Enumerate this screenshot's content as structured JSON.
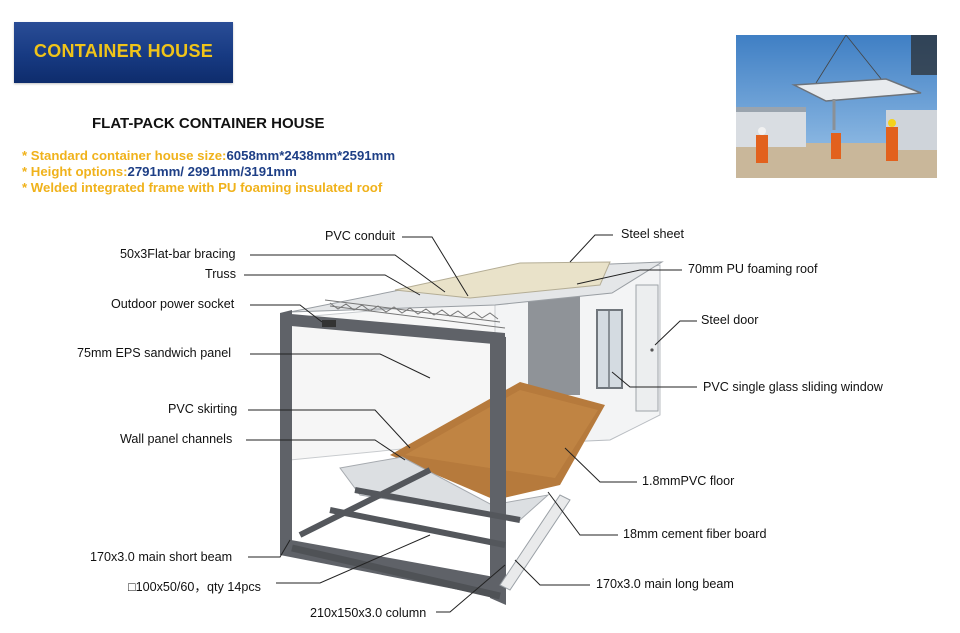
{
  "banner": {
    "title": "CONTAINER HOUSE"
  },
  "heading": "FLAT-PACK CONTAINER HOUSE",
  "specs": [
    {
      "key": "* Standard container house size:",
      "value": "6058mm*2438mm*2591mm"
    },
    {
      "key": "* Height options:",
      "value": "2791mm/ 2991mm/3191mm"
    },
    {
      "key": "* Welded integrated frame with PU foaming insulated roof",
      "value": ""
    }
  ],
  "labels": {
    "pvc_conduit": "PVC conduit",
    "flat_bar_bracing": "50x3Flat-bar bracing",
    "truss": "Truss",
    "outdoor_power_socket": "Outdoor power socket",
    "eps_sandwich_panel": "75mm EPS sandwich panel",
    "pvc_skirting": "PVC skirting",
    "wall_panel_channels": "Wall panel channels",
    "main_short_beam": "170x3.0 main short beam",
    "secondary_beam": "□100x50/60，qty 14pcs",
    "column": "210x150x3.0 column",
    "steel_sheet": "Steel sheet",
    "pu_foaming_roof": "70mm PU foaming roof",
    "steel_door": "Steel door",
    "sliding_window": "PVC single glass sliding window",
    "pvc_floor": "1.8mmPVC floor",
    "cement_fiber_board": "18mm cement fiber board",
    "main_long_beam": "170x3.0 main long beam"
  },
  "colors": {
    "banner_bg": "#173a82",
    "banner_text": "#f0c419",
    "spec_key": "#f0b21b",
    "spec_value": "#1e3f86",
    "frame": "#5f6268",
    "floor": "#b67a3c"
  }
}
